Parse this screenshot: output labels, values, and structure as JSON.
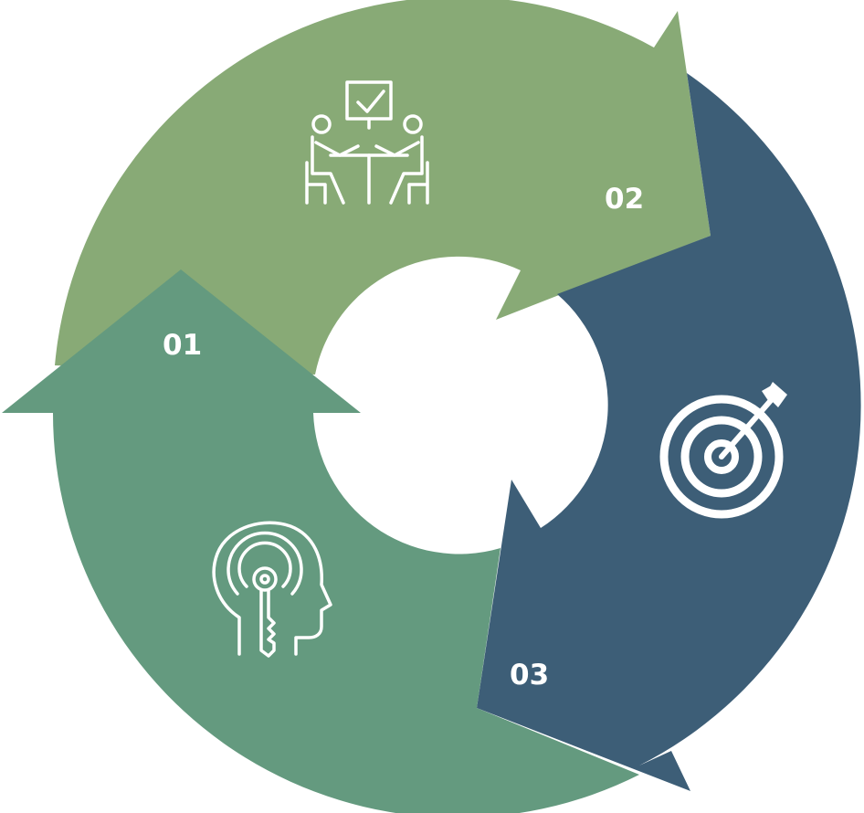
{
  "colors": {
    "background": "#ffffff",
    "step_1": "#649a7f",
    "step_2": "#88aa76",
    "step_3": "#3d5e77",
    "text": "#ffffff"
  },
  "steps": [
    {
      "number": "01",
      "icon": "head-key-icon"
    },
    {
      "number": "02",
      "icon": "meeting-icon"
    },
    {
      "number": "03",
      "icon": "target-icon"
    }
  ]
}
